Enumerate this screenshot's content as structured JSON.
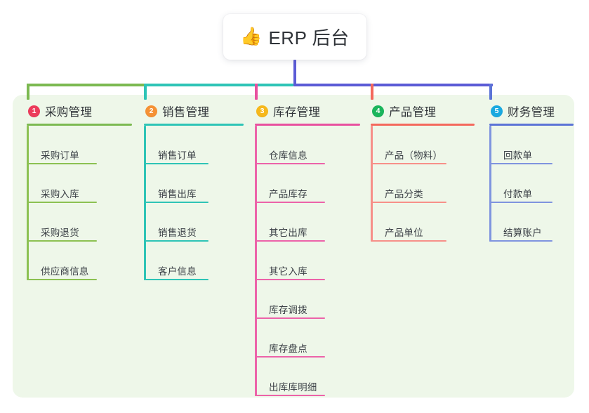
{
  "root": {
    "emoji": "👍",
    "emoji_name": "thumbs-up-icon",
    "title": "ERP 后台",
    "stem_color": "#5b5bd6"
  },
  "panel": {
    "background": "#eef7e9"
  },
  "columns": [
    {
      "number": "1",
      "title": "采购管理",
      "badge_color": "#ec3b5b",
      "line_color": "#7cb951",
      "rule_color": "#8cc152",
      "items": [
        {
          "label": "采购订单"
        },
        {
          "label": "采购入库"
        },
        {
          "label": "采购退货"
        },
        {
          "label": "供应商信息"
        }
      ]
    },
    {
      "number": "2",
      "title": "销售管理",
      "badge_color": "#f59135",
      "line_color": "#2ec4b6",
      "rule_color": "#2ec4b6",
      "items": [
        {
          "label": "销售订单"
        },
        {
          "label": "销售出库"
        },
        {
          "label": "销售退货"
        },
        {
          "label": "客户信息"
        }
      ]
    },
    {
      "number": "3",
      "title": "库存管理",
      "badge_color": "#f6b81c",
      "line_color": "#e8509f",
      "rule_color": "#ec63a9",
      "items": [
        {
          "label": "仓库信息"
        },
        {
          "label": "产品库存"
        },
        {
          "label": "其它出库"
        },
        {
          "label": "其它入库"
        },
        {
          "label": "库存调拨"
        },
        {
          "label": "库存盘点"
        },
        {
          "label": "出库库明细"
        }
      ]
    },
    {
      "number": "4",
      "title": "产品管理",
      "badge_color": "#1bb55c",
      "line_color": "#f4685c",
      "rule_color": "#f79089",
      "items": [
        {
          "label": "产品（物料）"
        },
        {
          "label": "产品分类"
        },
        {
          "label": "产品单位"
        }
      ]
    },
    {
      "number": "5",
      "title": "财务管理",
      "badge_color": "#1aa9e0",
      "line_color": "#5b73d6",
      "rule_color": "#7f94df",
      "items": [
        {
          "label": "回款单"
        },
        {
          "label": "付款单"
        },
        {
          "label": "结算账户"
        }
      ]
    }
  ]
}
